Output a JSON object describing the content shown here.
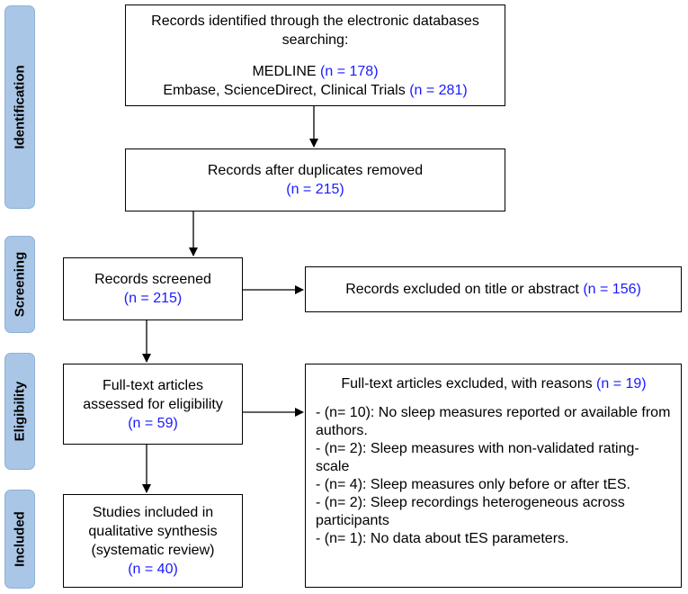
{
  "phases": {
    "identification": "Identification",
    "screening": "Screening",
    "eligibility": "Eligibility",
    "included": "Included"
  },
  "boxes": {
    "identified": {
      "line1": "Records identified through the electronic databases",
      "line2": "searching:",
      "medline_label": "MEDLINE",
      "medline_n": "(n = 178)",
      "other_label": "Embase, ScienceDirect, Clinical Trials",
      "other_n": "(n = 281)"
    },
    "duplicates": {
      "label": "Records after duplicates removed",
      "n": "(n = 215)"
    },
    "screened": {
      "label": "Records screened",
      "n": "(n = 215)"
    },
    "excluded_title": {
      "label": "Records excluded on title or abstract",
      "n": "(n = 156)"
    },
    "fulltext": {
      "line1": "Full-text articles",
      "line2": "assessed for eligibility",
      "n": "(n = 59)"
    },
    "fulltext_excluded": {
      "head": "Full-text articles excluded, with reasons",
      "n": "(n = 19)",
      "reasons": [
        "- (n= 10): No sleep measures reported or available from authors.",
        "- (n= 2): Sleep measures with non-validated rating-scale",
        "- (n= 4): Sleep measures only before or after tES.",
        "- (n= 2): Sleep recordings heterogeneous across participants",
        "- (n= 1): No data about tES parameters."
      ]
    },
    "included": {
      "line1": "Studies included in",
      "line2": "qualitative synthesis",
      "line3": "(systematic review)",
      "n": "(n = 40)"
    }
  }
}
